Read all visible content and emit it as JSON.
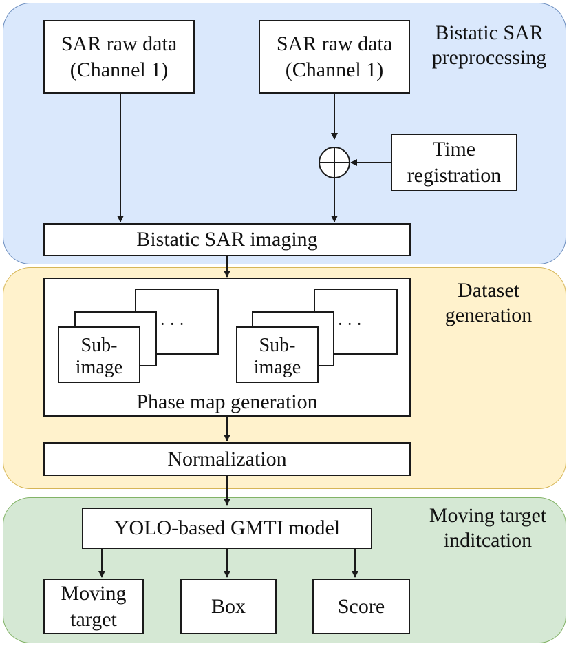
{
  "sections": {
    "preprocessing": "Bistatic SAR\npreprocessing",
    "dataset": "Dataset\ngeneration",
    "mti": "Moving target\ninditcation"
  },
  "nodes": {
    "raw1": "SAR raw data\n(Channel 1)",
    "raw2": "SAR raw data\n(Channel 1)",
    "time_reg": "Time\nregistration",
    "sum_symbol": "+",
    "imaging": "Bistatic SAR imaging",
    "sub_image_1": "Sub-\nimage",
    "sub_image_2": "Sub-\nimage",
    "ellipsis_1": "· · ·",
    "ellipsis_2": "· · ·",
    "phase_map": "Phase map generation",
    "normalization": "Normalization",
    "yolo": "YOLO-based GMTI model",
    "moving_target": "Moving\ntarget",
    "box": "Box",
    "score": "Score"
  },
  "colors": {
    "preprocessing_fill": "#dae8fc",
    "dataset_fill": "#fff2cc",
    "mti_fill": "#d5e8d4"
  }
}
